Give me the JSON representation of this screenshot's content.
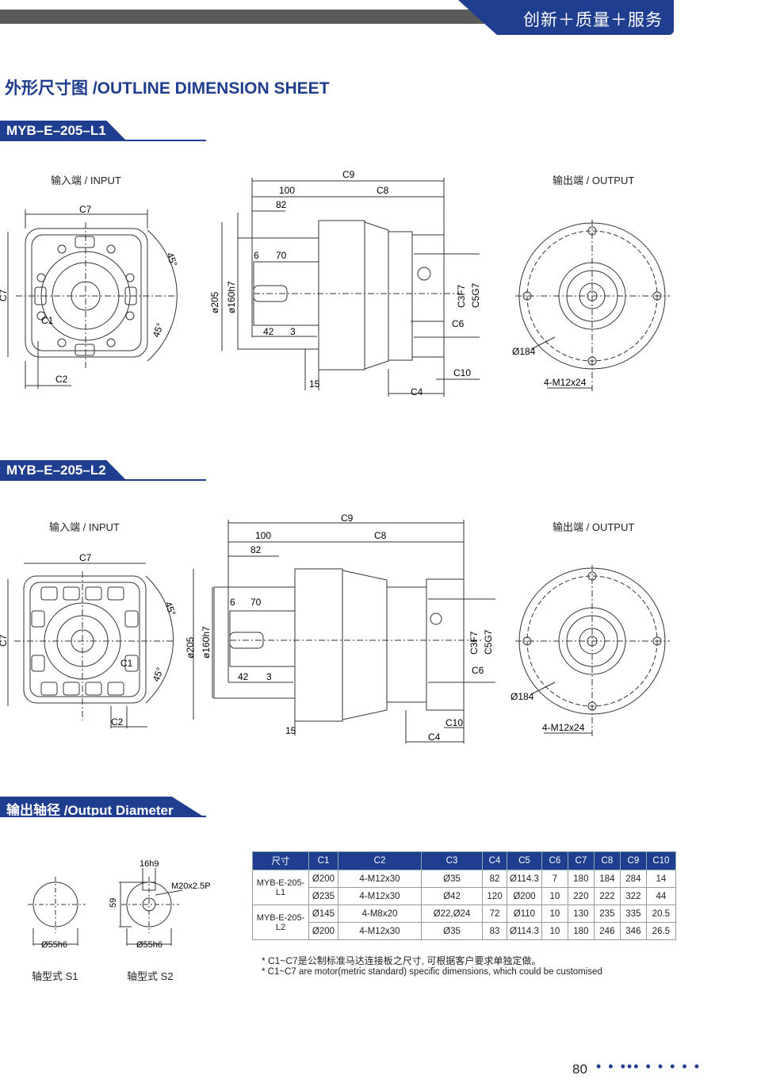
{
  "header": {
    "tagline": "创新＋质量＋服务"
  },
  "title": "外形尺寸图 /OUTLINE DIMENSION SHEET",
  "section1": {
    "name": "MYB–E–205–L1",
    "input_label": "输入端 / INPUT",
    "output_label": "输出端 / OUTPUT",
    "dims": {
      "c7": "C7",
      "c1": "C1",
      "c2": "C2",
      "a45": "45°",
      "c9": "C9",
      "d100": "100",
      "c8": "C8",
      "d82": "82",
      "d6": "6",
      "d70": "70",
      "d42": "42",
      "d3": "3",
      "d15": "15",
      "c3": "C3F7",
      "c5": "C5G7",
      "c6": "C6",
      "c10": "C10",
      "c4": "C4",
      "d205": "ø205",
      "d160": "ø160h7",
      "d184": "Ø184",
      "m12": "4-M12x24"
    }
  },
  "section2": {
    "name": "MYB–E–205–L2",
    "input_label": "输入端 / INPUT",
    "output_label": "输出端 / OUTPUT"
  },
  "section3": {
    "name": "输出轴径 /Output Diameter",
    "s1_label": "轴型式  S1",
    "s2_label": "轴型式  S2",
    "d55": "Ø55h6",
    "d16": "16h9",
    "m20": "M20x2.5P",
    "d59": "59"
  },
  "table": {
    "headers": [
      "尺寸",
      "C1",
      "C2",
      "C3",
      "C4",
      "C5",
      "C6",
      "C7",
      "C8",
      "C9",
      "C10"
    ],
    "groups": [
      {
        "model": "MYB-E-205-L1",
        "rows": [
          [
            "Ø200",
            "4-M12x30",
            "Ø35",
            "82",
            "Ø114.3",
            "7",
            "180",
            "184",
            "284",
            "14"
          ],
          [
            "Ø235",
            "4-M12x30",
            "Ø42",
            "120",
            "Ø200",
            "10",
            "220",
            "222",
            "322",
            "44"
          ]
        ]
      },
      {
        "model": "MYB-E-205-L2",
        "rows": [
          [
            "Ø145",
            "4-M8x20",
            "Ø22,Ø24",
            "72",
            "Ø110",
            "10",
            "130",
            "235",
            "335",
            "20.5"
          ],
          [
            "Ø200",
            "4-M12x30",
            "Ø35",
            "83",
            "Ø114.3",
            "10",
            "180",
            "246",
            "346",
            "26.5"
          ]
        ]
      }
    ]
  },
  "notes": [
    "* C1~C7是公制标准马达连接板之尺寸, 可根据客户要求单独定做。",
    "* C1~C7 are motor(metric standard) specific dimensions, which could be customised"
  ],
  "page_number": "80",
  "colors": {
    "brand": "#1f3e8f",
    "bar": "#5a5a5a"
  }
}
